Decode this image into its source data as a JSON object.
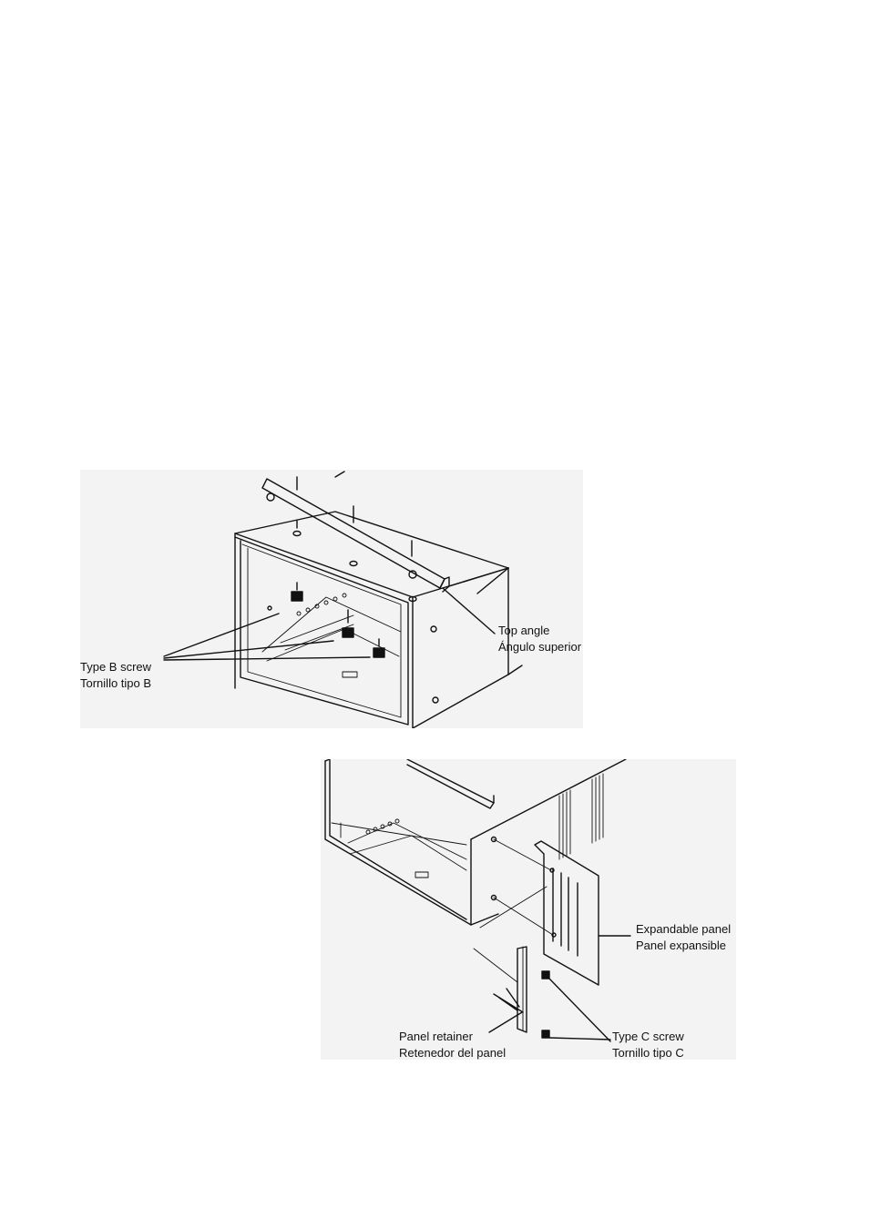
{
  "figure_top": {
    "labels": {
      "top_angle_en": "Top angle",
      "top_angle_es": "Ángulo superior",
      "type_b_en": "Type B screw",
      "type_b_es": "Tornillo tipo B"
    }
  },
  "figure_bottom": {
    "labels": {
      "expandable_en": "Expandable panel",
      "expandable_es": "Panel expansible",
      "retainer_en": "Panel retainer",
      "retainer_es": "Retenedor del panel",
      "type_c_en": "Type C screw",
      "type_c_es": "Tornillo tipo C"
    }
  }
}
